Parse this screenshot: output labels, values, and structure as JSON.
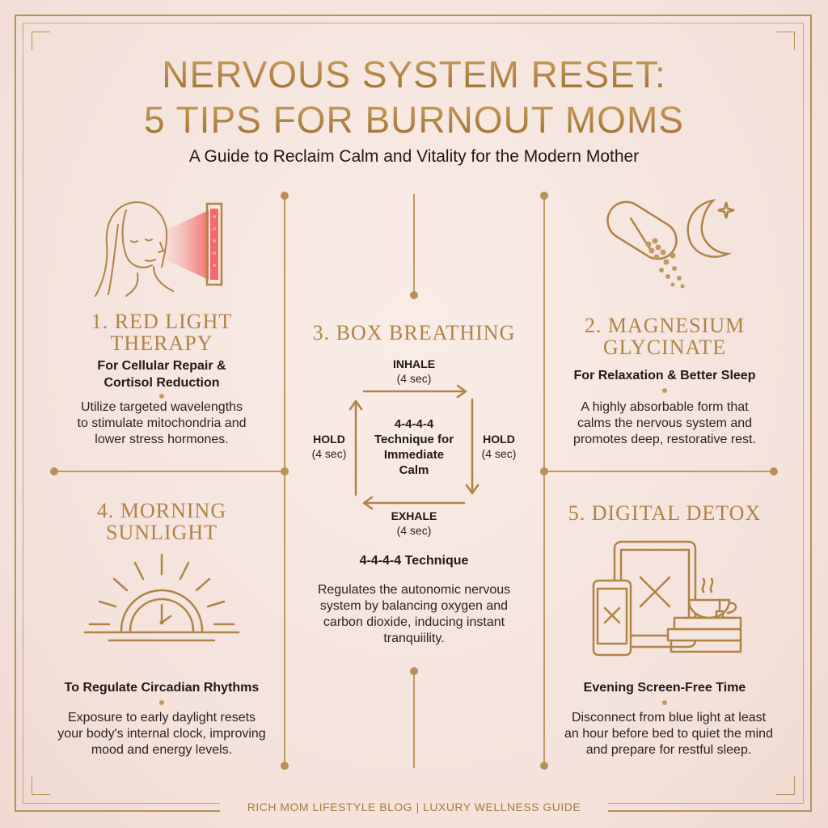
{
  "header": {
    "title_line1": "NERVOUS SYSTEM RESET:",
    "title_line2": "5 TIPS FOR BURNOUT MOMS",
    "subtitle": "A Guide to Reclaim Calm and Vitality for the Modern Mother"
  },
  "tips": {
    "red_light": {
      "title_line1": "1. RED LIGHT",
      "title_line2": "THERAPY",
      "subtitle_line1": "For Cellular Repair &",
      "subtitle_line2": "Cortisol Reduction",
      "body_line1": "Utilize targeted wavelengths",
      "body_line2": "to stimulate mitochondria and",
      "body_line3": "lower stress hormones."
    },
    "magnesium": {
      "title_line1": "2. MAGNESIUM",
      "title_line2": "GLYCINATE",
      "subtitle": "For Relaxation & Better Sleep",
      "body_line1": "A highly absorbable form that",
      "body_line2": "calms the nervous system and",
      "body_line3": "promotes deep, restorative rest."
    },
    "box_breathing": {
      "title": "3. BOX BREATHING",
      "inhale": "INHALE",
      "inhale_time": "(4 sec)",
      "hold_left": "HOLD",
      "hold_left_time": "(4 sec)",
      "hold_right": "HOLD",
      "hold_right_time": "(4 sec)",
      "exhale": "EXHALE",
      "exhale_time": "(4 sec)",
      "center_line1": "4-4-4-4",
      "center_line2": "Technique for",
      "center_line3": "Immediate",
      "center_line4": "Calm",
      "subtitle": "4-4-4-4 Technique",
      "body_line1": "Regulates the autonomic nervous",
      "body_line2": "system by balancing oxygen and",
      "body_line3": "carbon dioxide, inducing instant",
      "body_line4": "tranquiility."
    },
    "sunlight": {
      "title_line1": "4. MORNING",
      "title_line2": "SUNLIGHT",
      "subtitle": "To Regulate Circadian Rhythms",
      "body_line1": "Exposure to early daylight resets",
      "body_line2": "your body's internal clock, improving",
      "body_line3": "mood and energy levels."
    },
    "detox": {
      "title": "5. DIGITAL DETOX",
      "subtitle": "Evening Screen-Free Time",
      "body_line1": "Disconnect from blue light at least",
      "body_line2": "an hour before bed to quiet the mind",
      "body_line3": "and prepare for restful sleep."
    }
  },
  "footer": {
    "text": "RICH MOM LIFESTYLE BLOG | LUXURY WELLNESS GUIDE"
  },
  "colors": {
    "gold": "#b08347",
    "background": "#f6e6e0",
    "text": "#1f1a17",
    "red_glow": "#f07070"
  },
  "icons": [
    "woman-red-light-panel-icon",
    "capsule-moon-icon",
    "sunrise-clock-icon",
    "devices-tea-books-icon",
    "box-breathing-arrows-icon"
  ]
}
